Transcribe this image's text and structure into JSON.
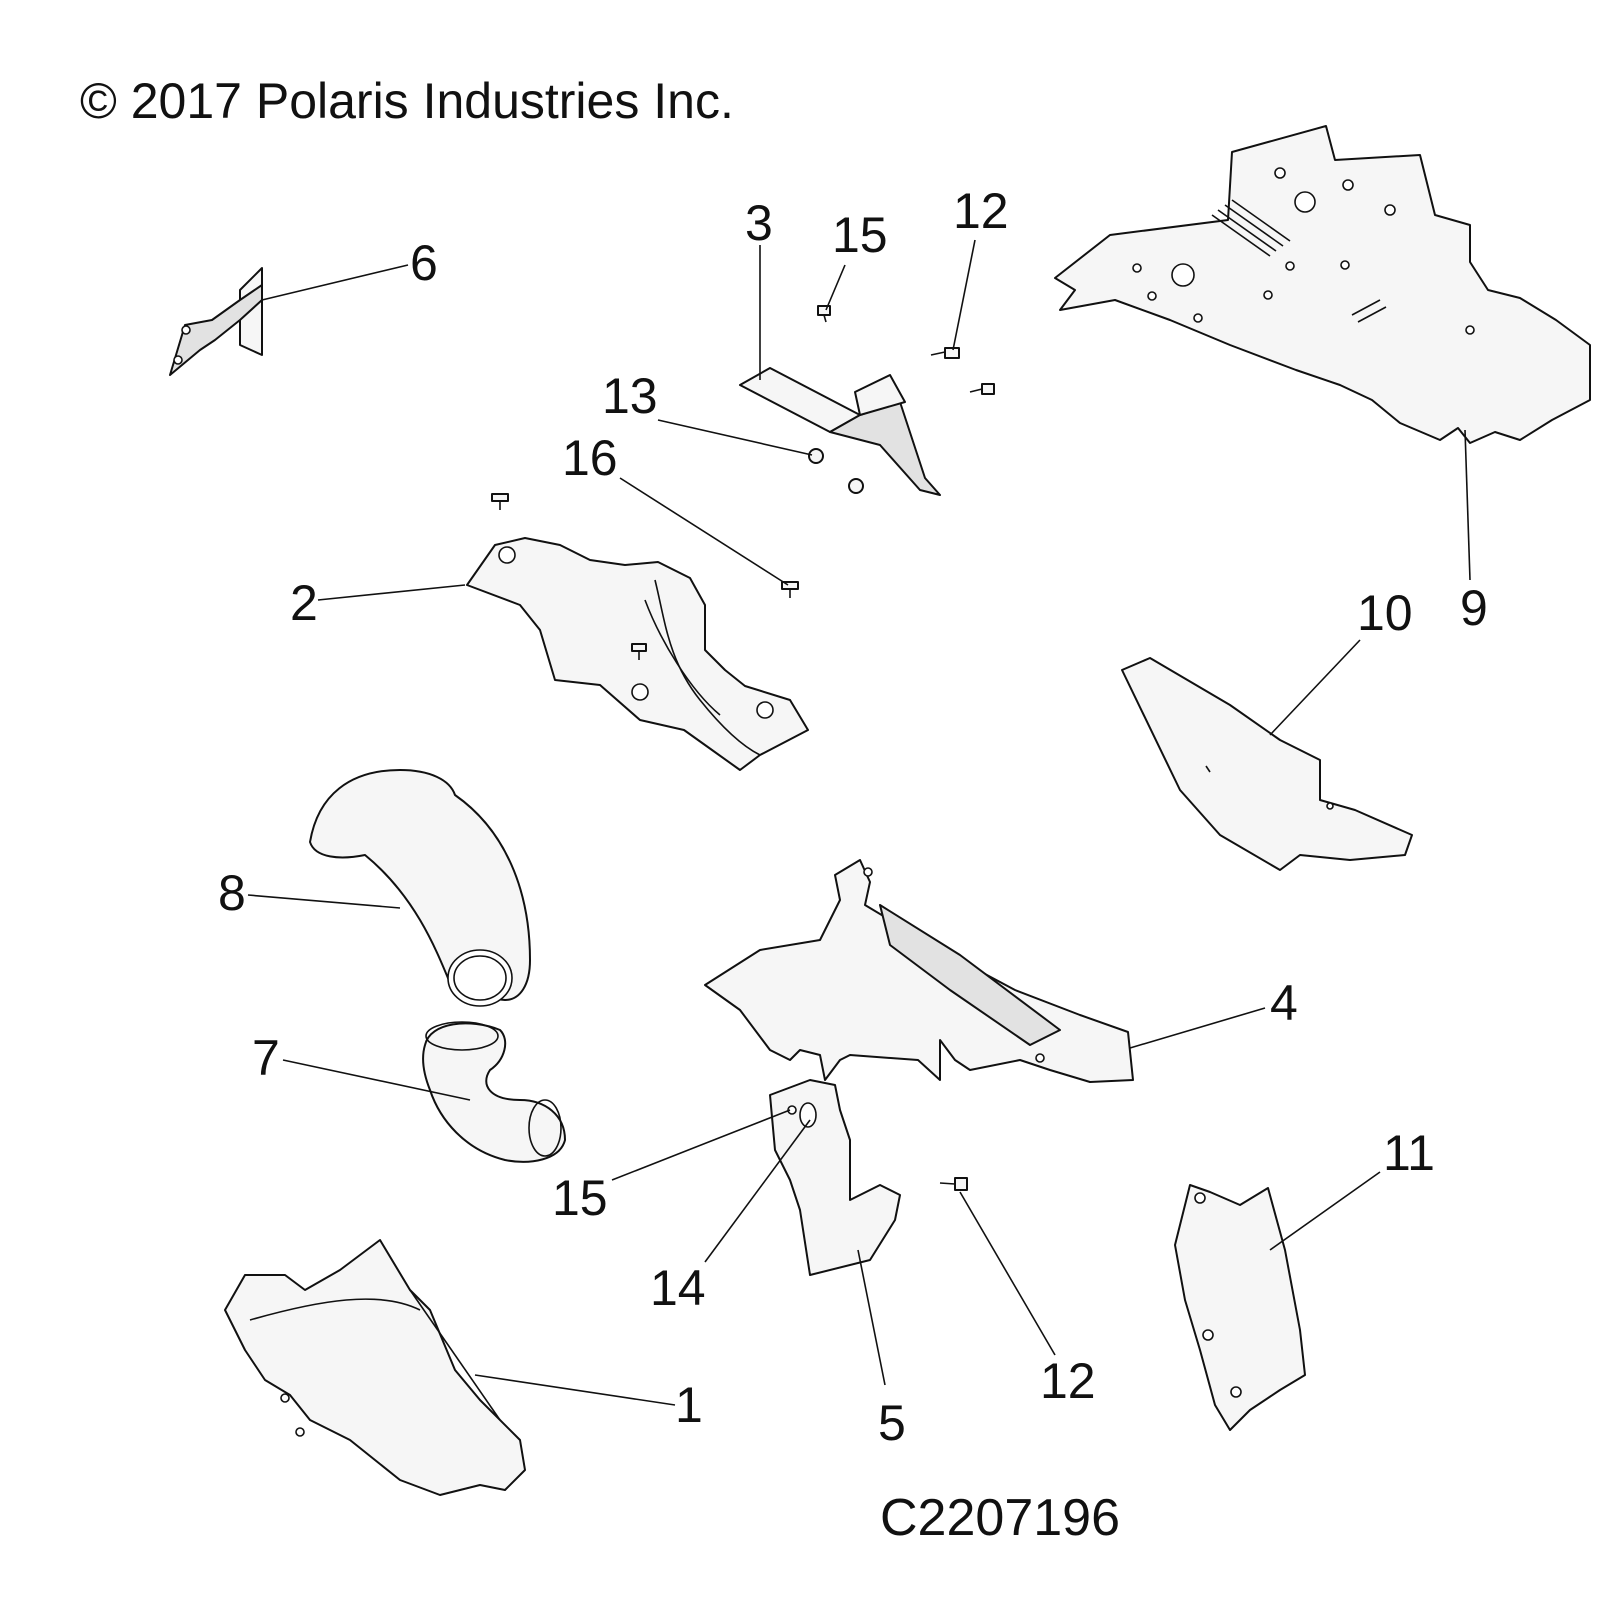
{
  "copyright": "© 2017 Polaris Industries Inc.",
  "drawing_code": "C2207196",
  "callouts": [
    {
      "id": "callout-6",
      "label": "6"
    },
    {
      "id": "callout-3",
      "label": "3"
    },
    {
      "id": "callout-15-top",
      "label": "15"
    },
    {
      "id": "callout-12-top",
      "label": "12"
    },
    {
      "id": "callout-13",
      "label": "13"
    },
    {
      "id": "callout-16",
      "label": "16"
    },
    {
      "id": "callout-2",
      "label": "2"
    },
    {
      "id": "callout-10",
      "label": "10"
    },
    {
      "id": "callout-9",
      "label": "9"
    },
    {
      "id": "callout-8",
      "label": "8"
    },
    {
      "id": "callout-4",
      "label": "4"
    },
    {
      "id": "callout-7",
      "label": "7"
    },
    {
      "id": "callout-11",
      "label": "11"
    },
    {
      "id": "callout-15-bottom",
      "label": "15"
    },
    {
      "id": "callout-14",
      "label": "14"
    },
    {
      "id": "callout-12-bottom",
      "label": "12"
    },
    {
      "id": "callout-1",
      "label": "1"
    },
    {
      "id": "callout-5",
      "label": "5"
    }
  ]
}
